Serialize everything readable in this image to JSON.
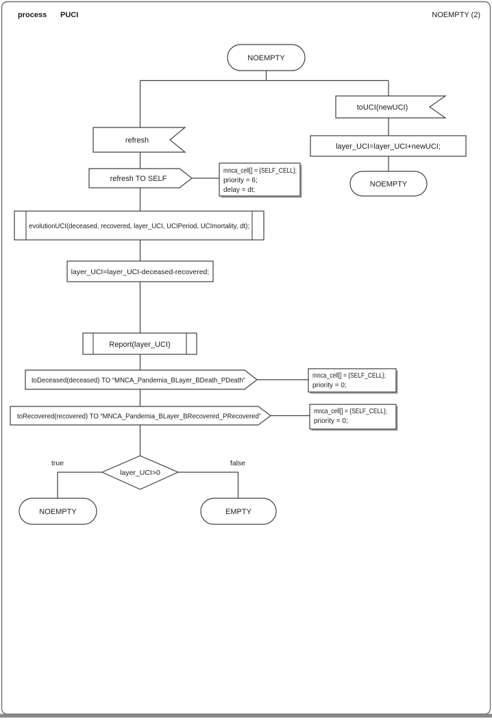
{
  "header": {
    "kind_label": "process",
    "process_name": "PUCI",
    "page_label": "NOEMPTY (2)"
  },
  "colors": {
    "background": "#ffffff",
    "stroke": "#3d3d3d",
    "text": "#1a1a1a",
    "comment_shadow": "#9e9e9e",
    "page_border": "#6e6e6e",
    "page_bottom_shadow": "#8a8a8a"
  },
  "diagram": {
    "start_state": {
      "label": "NOEMPTY"
    },
    "right_branch": {
      "input_signal": {
        "label": "toUCI(newUCI)"
      },
      "task": {
        "label": "layer_UCI=layer_UCI+newUCI;"
      },
      "next_state": {
        "label": "NOEMPTY"
      }
    },
    "main_branch": {
      "input_signal": {
        "label": "refresh"
      },
      "output_signal_self": {
        "label": "refresh TO SELF",
        "comment_lines": [
          "mnca_cell[] = {SELF_CELL};",
          "priority = 6;",
          "delay = dt;"
        ]
      },
      "procedure_call_evolution": {
        "label": "evolutionUCI(deceased, recovered, layer_UCI, UCIPeriod, UCImortality, dt);"
      },
      "task": {
        "label": "layer_UCI=layer_UCI-deceased-recovered;"
      },
      "procedure_call_report": {
        "label": "Report(layer_UCI)"
      },
      "output_signal_deceased": {
        "label": "toDeceased(deceased) TO “MNCA_Pandemia_BLayer_BDeath_PDeath”",
        "comment_lines": [
          "mnca_cell[] = {SELF_CELL};",
          "priority = 0;"
        ]
      },
      "output_signal_recovered": {
        "label": "toRecovered(recovered) TO “MNCA_Pandemia_BLayer_BRecovered_PRecovered”",
        "comment_lines": [
          "mnca_cell[] = {SELF_CELL};",
          "priority = 0;"
        ]
      },
      "decision": {
        "label": "layer_UCI>0",
        "true_label": "true",
        "false_label": "false"
      },
      "true_state": {
        "label": "NOEMPTY"
      },
      "false_state": {
        "label": "EMPTY"
      }
    }
  }
}
